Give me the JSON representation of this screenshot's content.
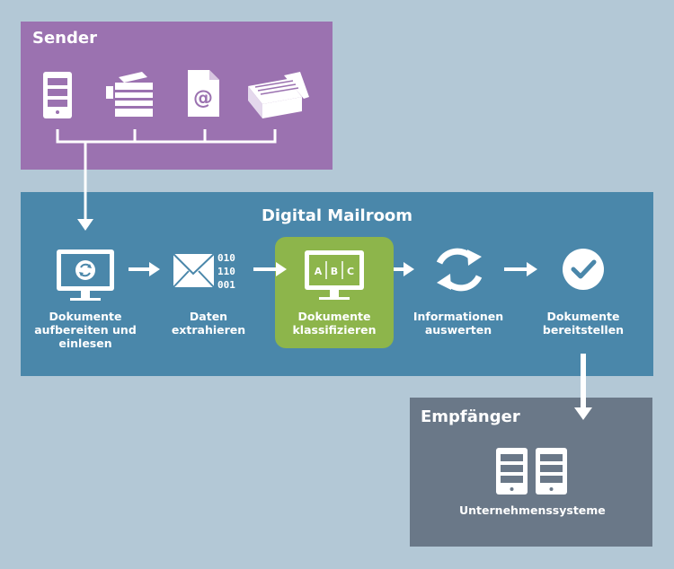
{
  "sender": {
    "title": "Sender",
    "icons": [
      "server-icon",
      "copier-icon",
      "email-file-icon",
      "archive-box-icon"
    ]
  },
  "mailroom": {
    "title": "Digital Mailroom",
    "steps": [
      {
        "icon": "monitor-refresh-icon",
        "lines": [
          "Dokumente",
          "aufbereiten und",
          "einlesen"
        ]
      },
      {
        "icon": "envelope-binary-icon",
        "lines": [
          "Daten",
          "extrahieren"
        ]
      },
      {
        "icon": "monitor-abc-icon",
        "lines": [
          "Dokumente",
          "klassifizieren"
        ],
        "highlight": true
      },
      {
        "icon": "refresh-icon",
        "lines": [
          "Informationen",
          "auswerten"
        ]
      },
      {
        "icon": "checkmark-icon",
        "lines": [
          "Dokumente",
          "bereitstellen"
        ]
      }
    ],
    "abc_letters": [
      "A",
      "B",
      "C"
    ],
    "binary": [
      "010",
      "110",
      "001"
    ]
  },
  "empfaenger": {
    "title": "Empfänger",
    "systems_label": "Unternehmenssysteme",
    "icons": [
      "server-icon",
      "server-icon"
    ]
  },
  "colors": {
    "background": "#b3c8d6",
    "sender": "#9b72b0",
    "mailroom": "#4a87aa",
    "highlight": "#8db54b",
    "empfaenger": "#6a7888"
  }
}
